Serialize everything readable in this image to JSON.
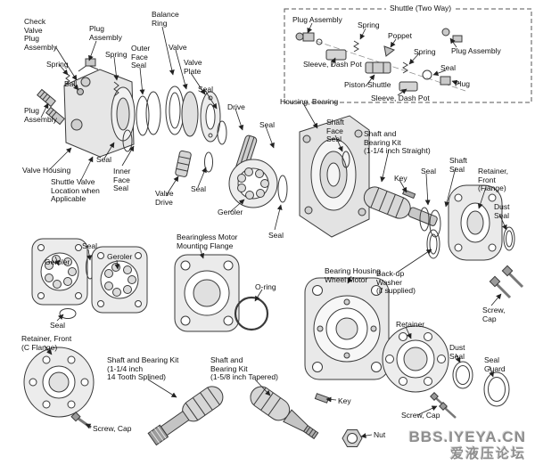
{
  "diagram_title": "Hydraulic motor exploded parts diagram",
  "labels": [
    {
      "id": "check-valve-plug-assembly",
      "text": "Check\nValve\nPlug\nAssembly"
    },
    {
      "id": "plug-assembly-top",
      "text": "Plug\nAssembly"
    },
    {
      "id": "spring-left",
      "text": "Spring"
    },
    {
      "id": "ball",
      "text": "Ball"
    },
    {
      "id": "plug-assembly-left",
      "text": "Plug\nAssembly"
    },
    {
      "id": "valve-housing",
      "text": "Valve Housing"
    },
    {
      "id": "shuttle-valve-location",
      "text": "Shuttle Valve\nLocation when\nApplicable"
    },
    {
      "id": "spring-face",
      "text": "Spring"
    },
    {
      "id": "outer-face-seal",
      "text": "Outer\nFace\nSeal"
    },
    {
      "id": "balance-ring",
      "text": "Balance\nRing"
    },
    {
      "id": "valve",
      "text": "Valve"
    },
    {
      "id": "valve-plate",
      "text": "Valve\nPlate"
    },
    {
      "id": "seal-valve-plate",
      "text": "Seal"
    },
    {
      "id": "seal-housing",
      "text": "Seal"
    },
    {
      "id": "inner-face-seal",
      "text": "Inner\nFace\nSeal"
    },
    {
      "id": "valve-drive",
      "text": "Valve\nDrive"
    },
    {
      "id": "seal-valve-drive",
      "text": "Seal"
    },
    {
      "id": "drive",
      "text": "Drive"
    },
    {
      "id": "seal-drive",
      "text": "Seal"
    },
    {
      "id": "housing-bearing",
      "text": "Housing, Bearing"
    },
    {
      "id": "shaft-face-seal",
      "text": "Shaft\nFace\nSeal"
    },
    {
      "id": "shaft-bearing-kit-straight",
      "text": "Shaft and\nBearing Kit\n(1-1/4 inch Straight)"
    },
    {
      "id": "geroler-main",
      "text": "Geroler"
    },
    {
      "id": "seal-geroler",
      "text": "Seal"
    },
    {
      "id": "key-main",
      "text": "Key"
    },
    {
      "id": "seal-shaft",
      "text": "Seal"
    },
    {
      "id": "shaft-seal",
      "text": "Shaft\nSeal"
    },
    {
      "id": "retainer-front-flange",
      "text": "Retainer,\nFront\n(Flange)"
    },
    {
      "id": "dust-seal-main",
      "text": "Dust\nSeal"
    },
    {
      "id": "backup-washer",
      "text": "Back-up\nWasher\n(if supplied)"
    },
    {
      "id": "screw-cap-main",
      "text": "Screw,\nCap"
    },
    {
      "id": "shuttle-box-title",
      "text": "Shuttle (Two Way)"
    },
    {
      "id": "plug-assembly-shuttle-left",
      "text": "Plug Assembly"
    },
    {
      "id": "spring-shuttle-1",
      "text": "Spring"
    },
    {
      "id": "poppet",
      "text": "Poppet"
    },
    {
      "id": "sleeve-dash-pot-1",
      "text": "Sleeve, Dash Pot"
    },
    {
      "id": "piston-shuttle",
      "text": "Piston Shuttle"
    },
    {
      "id": "spring-shuttle-2",
      "text": "Spring"
    },
    {
      "id": "seal-shuttle",
      "text": "Seal"
    },
    {
      "id": "plug-assembly-shuttle-right",
      "text": "Plug Assembly"
    },
    {
      "id": "plug-shuttle",
      "text": "Plug"
    },
    {
      "id": "sleeve-dash-pot-2",
      "text": "Sleeve, Dash Pot"
    },
    {
      "id": "geroler-square-1",
      "text": "Geroler"
    },
    {
      "id": "seal-square-top",
      "text": "Seal"
    },
    {
      "id": "geroler-square-2",
      "text": "Geroler"
    },
    {
      "id": "seal-square-bottom",
      "text": "Seal"
    },
    {
      "id": "bearingless-motor-mounting-flange",
      "text": "Bearingless Motor\nMounting Flange"
    },
    {
      "id": "o-ring",
      "text": "O-ring"
    },
    {
      "id": "retainer-front-c-flange",
      "text": "Retainer, Front\n(C Flange)"
    },
    {
      "id": "screw-cap-c",
      "text": "Screw, Cap"
    },
    {
      "id": "shaft-bearing-kit-splined",
      "text": "Shaft and Bearing Kit\n(1-1/4 inch\n14 Tooth Splined)"
    },
    {
      "id": "shaft-bearing-kit-tapered",
      "text": "Shaft and\nBearing Kit\n(1-5/8 inch Tapered)"
    },
    {
      "id": "bearing-housing-wheel-motor",
      "text": "Bearing Housing\nWheel Motor"
    },
    {
      "id": "retainer",
      "text": "Retainer"
    },
    {
      "id": "key-bottom",
      "text": "Key"
    },
    {
      "id": "nut",
      "text": "Nut"
    },
    {
      "id": "dust-seal-bottom",
      "text": "Dust\nSeal"
    },
    {
      "id": "seal-guard",
      "text": "Seal\nGuard"
    },
    {
      "id": "screw-cap-bottom",
      "text": "Screw, Cap"
    }
  ],
  "watermark": {
    "line1": "BBS.IYEYA.CN",
    "line2": "爱液压论坛"
  },
  "colors": {
    "line": "#3a3a3a",
    "fill_light": "#ececec",
    "fill_mid": "#d6d6d6",
    "watermark": "#8e8e8e"
  }
}
